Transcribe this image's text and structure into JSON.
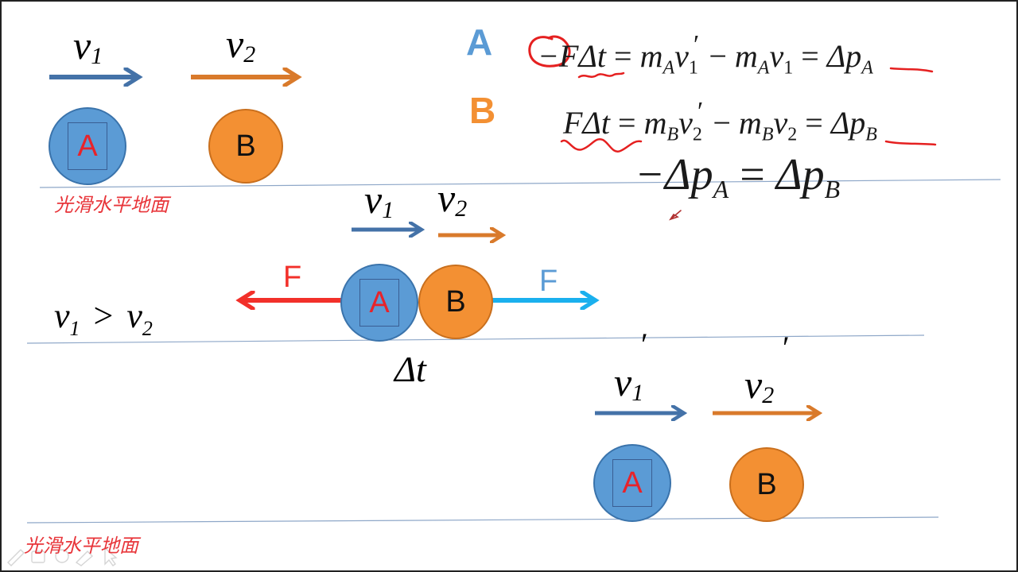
{
  "colors": {
    "ball_a": "#5b9bd5",
    "ball_b": "#f39033",
    "label_a": "#5b9bd5",
    "label_b": "#f39033",
    "arrow_v1": "#4472a8",
    "arrow_v2": "#d97a2b",
    "force_on_a": "#f2302a",
    "force_on_b": "#1ab0ee",
    "annotation": "#e52020",
    "ground_label": "#e8353a"
  },
  "scene_before": {
    "v1_label": "v",
    "v1_sub": "1",
    "v2_label": "v",
    "v2_sub": "2",
    "ball_a": "A",
    "ball_b": "B",
    "ground": "光滑水平地面"
  },
  "scene_collision": {
    "v1_label": "v",
    "v1_sub": "1",
    "v2_label": "v",
    "v2_sub": "2",
    "ball_a": "A",
    "ball_b": "B",
    "force_a_label": "F",
    "force_b_label": "F",
    "condition_v1": "v",
    "condition_sub1": "1",
    "condition_op": ">",
    "condition_v2": "v",
    "condition_sub2": "2",
    "dt": "Δt"
  },
  "scene_after": {
    "v1_label": "v",
    "v1_sub": "1",
    "v1_prime": "′",
    "v2_label": "v",
    "v2_sub": "2",
    "v2_prime": "′",
    "ball_a": "A",
    "ball_b": "B",
    "ground": "光滑水平地面"
  },
  "equations": {
    "label_a": "A",
    "label_b": "B",
    "eq_a": {
      "lhs": "−FΔt",
      "eq1": "=",
      "m1": "m",
      "m1_sub": "A",
      "v1": "v",
      "v1_sub": "1",
      "prime": "′",
      "minus": "−",
      "m2": "m",
      "m2_sub": "A",
      "v2": "v",
      "v2_sub": "1",
      "eq2": "=",
      "dp": "Δp",
      "dp_sub": "A"
    },
    "eq_b": {
      "lhs": "FΔt",
      "eq1": "=",
      "m1": "m",
      "m1_sub": "B",
      "v1": "v",
      "v1_sub": "2",
      "prime": "′",
      "minus": "−",
      "m2": "m",
      "m2_sub": "B",
      "v2": "v",
      "v2_sub": "2",
      "eq2": "=",
      "dp": "Δp",
      "dp_sub": "B"
    },
    "result": {
      "lhs": "−Δp",
      "lhs_sub": "A",
      "eq": "=",
      "rhs": "Δp",
      "rhs_sub": "B"
    }
  }
}
